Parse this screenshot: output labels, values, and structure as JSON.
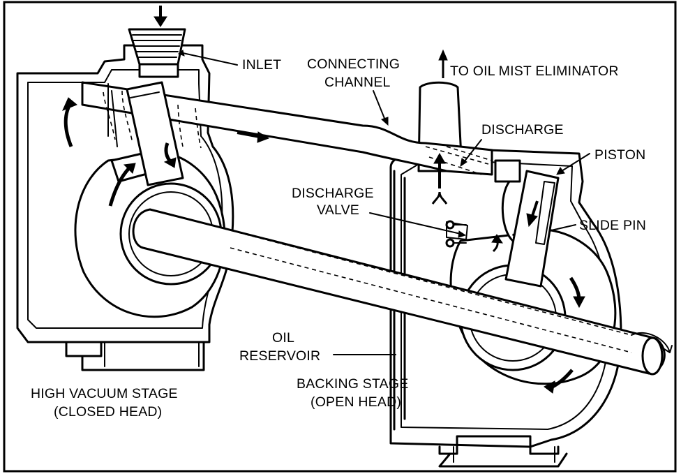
{
  "labels": {
    "inlet": "INLET",
    "connecting_channel_line1": "CONNECTING",
    "connecting_channel_line2": "CHANNEL",
    "to_oil_mist": "TO OIL MIST ELIMINATOR",
    "discharge": "DISCHARGE",
    "piston": "PISTON",
    "discharge_valve_line1": "DISCHARGE",
    "discharge_valve_line2": "VALVE",
    "slide_pin": "SLIDE PIN",
    "oil_reservoir_line1": "OIL",
    "oil_reservoir_line2": "RESERVOIR",
    "high_vacuum_line1": "HIGH VACUUM STAGE",
    "high_vacuum_line2": "(CLOSED HEAD)",
    "backing_line1": "BACKING STAGE",
    "backing_line2": "(OPEN HEAD)"
  }
}
